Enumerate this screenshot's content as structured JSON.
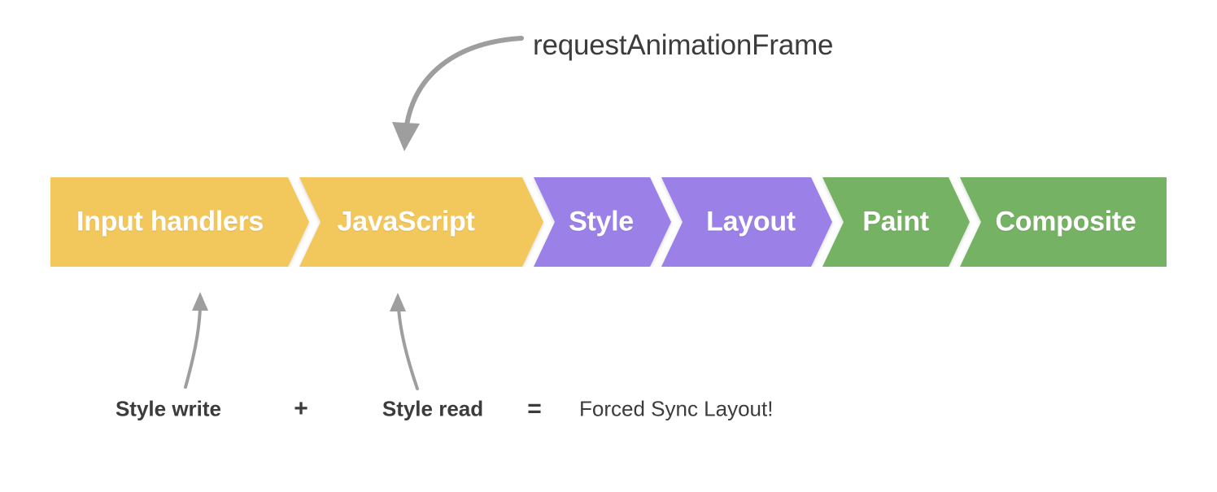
{
  "diagram": {
    "title": "Browser rendering pipeline with forced synchronous layout annotation",
    "background_color": "#ffffff",
    "pipeline": {
      "name": "pixel-pipeline",
      "segments": [
        {
          "label": "Input handlers",
          "color": "#f2c75c",
          "group": "javascript"
        },
        {
          "label": "JavaScript",
          "color": "#f2c75c",
          "group": "javascript"
        },
        {
          "label": "Style",
          "color": "#9b80e8",
          "group": "style-layout"
        },
        {
          "label": "Layout",
          "color": "#9b80e8",
          "group": "style-layout"
        },
        {
          "label": "Paint",
          "color": "#74b264",
          "group": "paint-composite"
        },
        {
          "label": "Composite",
          "color": "#74b264",
          "group": "paint-composite"
        }
      ]
    },
    "annotations": {
      "top": {
        "label": "requestAnimationFrame",
        "points_to": "JavaScript",
        "arrow_color": "#9e9e9e",
        "text_color": "#3c3c3c"
      },
      "bottom": {
        "arrow_color": "#9e9e9e",
        "text_color": "#3c3c3c",
        "equation": [
          {
            "kind": "term",
            "label": "Style write",
            "points_to": "Input handlers"
          },
          {
            "kind": "op",
            "label": "+"
          },
          {
            "kind": "term",
            "label": "Style read",
            "points_to": "JavaScript"
          },
          {
            "kind": "op",
            "label": "="
          },
          {
            "kind": "result",
            "label": "Forced Sync Layout!"
          }
        ]
      }
    },
    "colors": {
      "javascript": "#f2c75c",
      "style_layout": "#9b80e8",
      "paint_composite": "#74b264",
      "arrow": "#9e9e9e",
      "text": "#3c3c3c",
      "label_text": "#ffffff"
    }
  }
}
